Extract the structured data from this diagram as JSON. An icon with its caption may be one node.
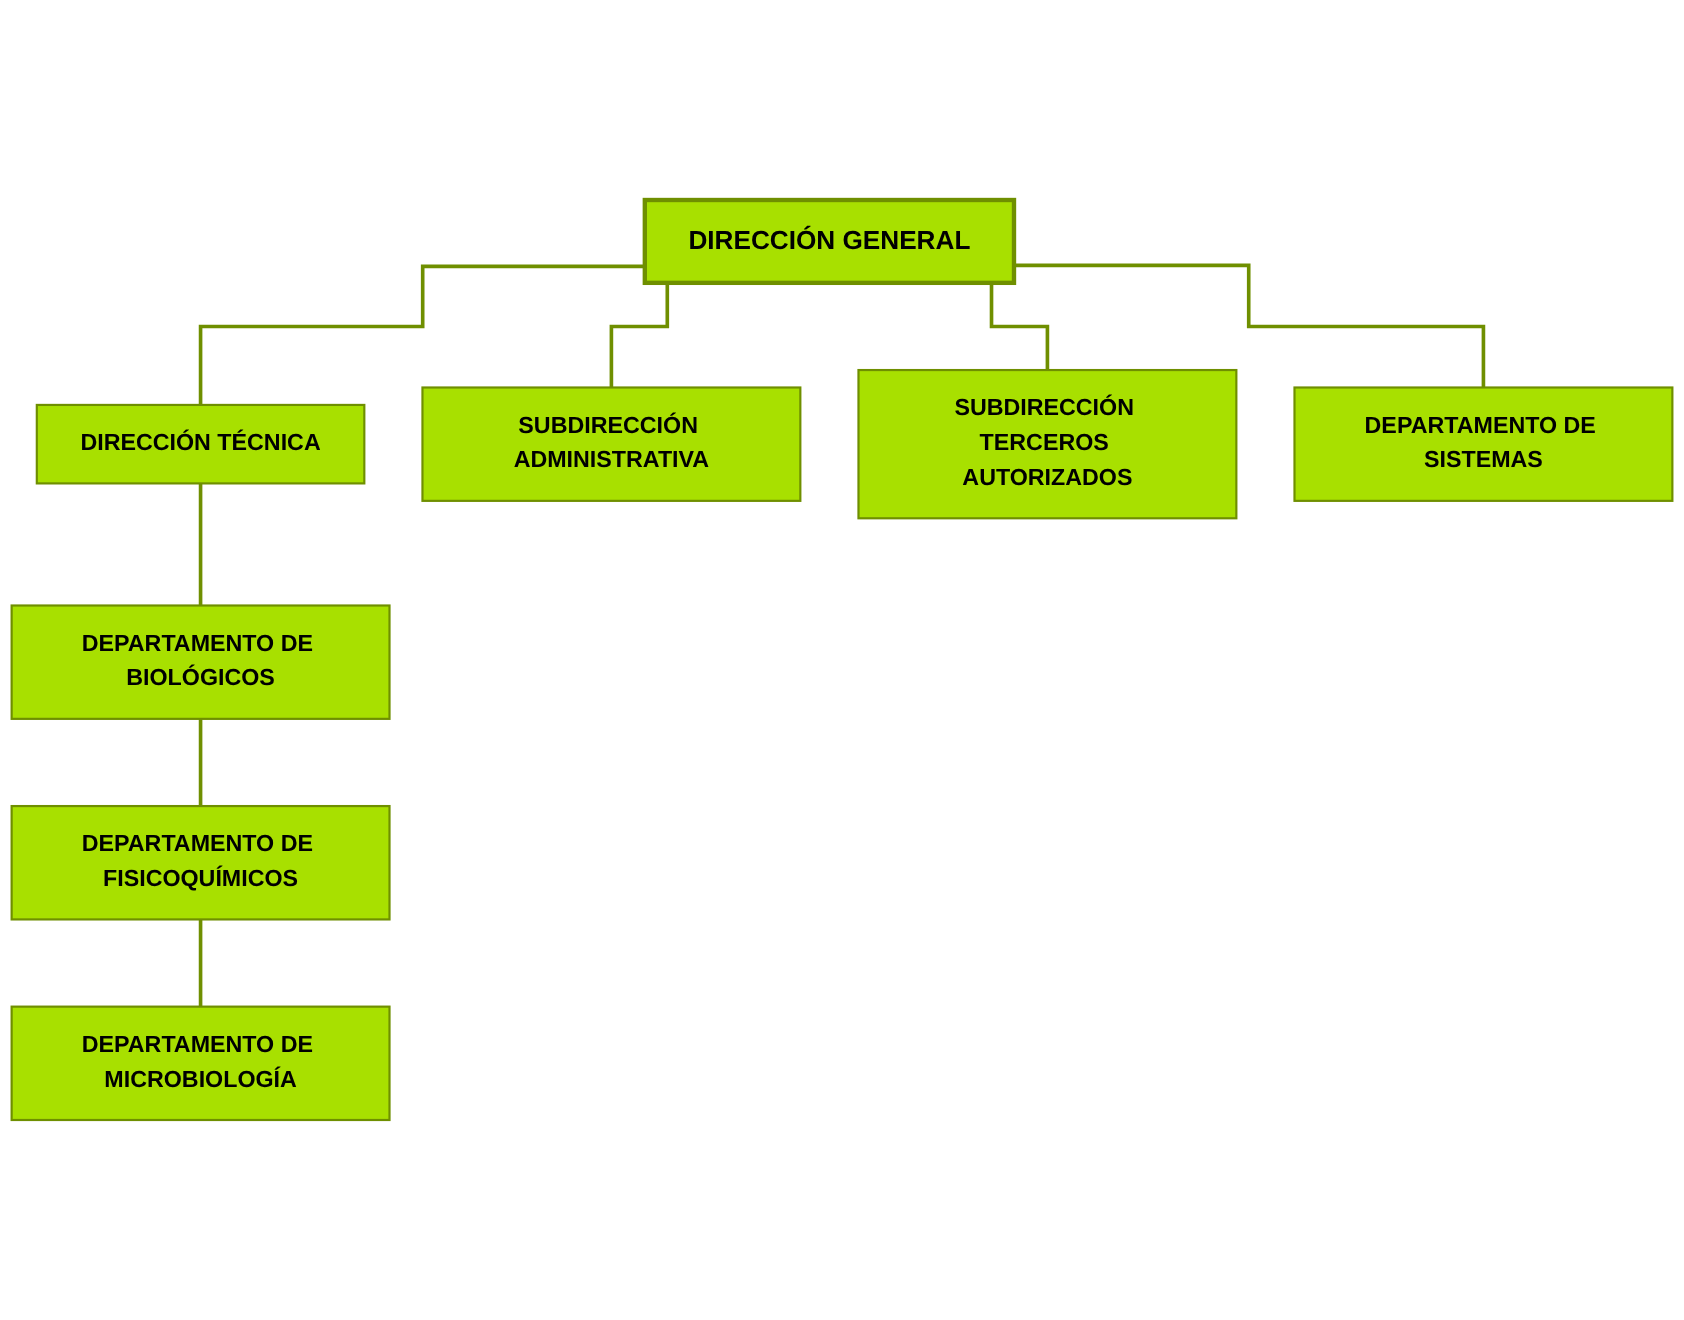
{
  "diagram": {
    "nodes": [
      {
        "text": [
          "DIRECCIÓN GENERAL"
        ]
      },
      {
        "text": [
          "DIRECCIÓN TÉCNICA"
        ]
      },
      {
        "text": [
          "SUBDIRECCIÓN ADMINISTRATIVA"
        ]
      },
      {
        "text": [
          "SUBDIRECCIÓN TERCEROS AUTORIZADOS"
        ]
      },
      {
        "text": [
          "DEPARTAMENTO DE SISTEMAS"
        ]
      },
      {
        "text": [
          "DEPARTAMENTO DE BIOLÓGICOS"
        ]
      },
      {
        "text": [
          "DEPARTAMENTO DE FISICOQUÍMICOS"
        ]
      },
      {
        "text": [
          "DEPARTAMENTO DE MICROBIOLOGÍA"
        ]
      }
    ],
    "edges": [
      {
        "from": 0,
        "to": 1,
        "arrow": "none"
      },
      {
        "from": 0,
        "to": 2,
        "arrow": "none"
      },
      {
        "from": 0,
        "to": 3,
        "arrow": "none"
      },
      {
        "from": 0,
        "to": 4,
        "arrow": "none"
      },
      {
        "from": 1,
        "to": 5,
        "arrow": "none"
      },
      {
        "from": 5,
        "to": 6,
        "arrow": "none"
      },
      {
        "from": 6,
        "to": 7,
        "arrow": "none"
      }
    ]
  }
}
